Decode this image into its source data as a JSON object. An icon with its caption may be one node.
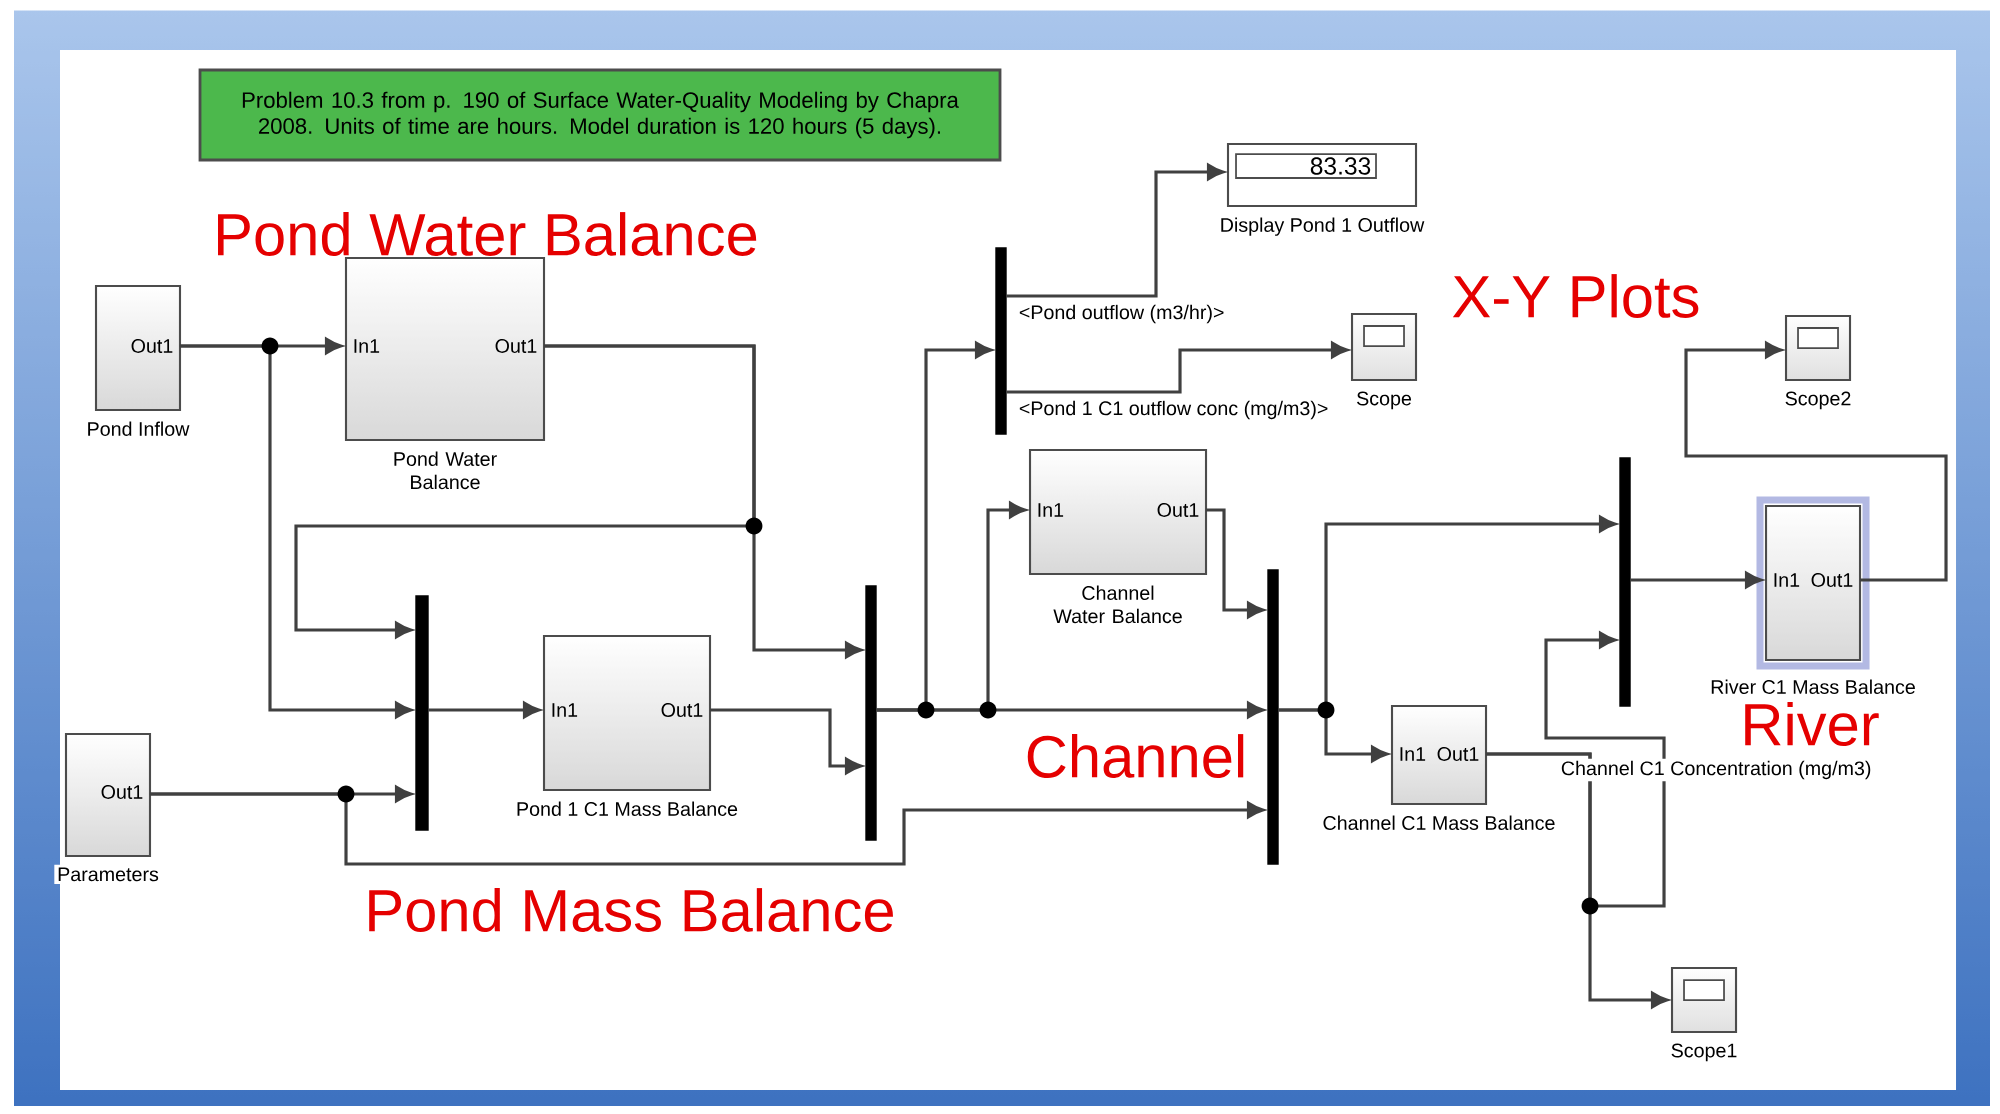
{
  "diagram": {
    "nodes": [
      {
        "text": [
          "Problem 10.3 from p. 190 of Surface Water-Quality Modeling by Chapra 2008. Units of time are hours. Model duration is 120 hours (5 days)."
        ]
      },
      {
        "text": [
          "Out1"
        ],
        "beside": [
          "Pond Inflow"
        ]
      },
      {
        "text": [
          "In1",
          "Out1"
        ],
        "beside": [
          "Pond Water Balance"
        ]
      },
      {
        "text": [
          "Out1"
        ],
        "beside": [
          "Parameters"
        ]
      },
      {
        "text": [],
        "shape": "bar"
      },
      {
        "text": [
          "In1",
          "Out1"
        ],
        "beside": [
          "Pond 1 C1 Mass Balance"
        ]
      },
      {
        "text": [],
        "shape": "bar"
      },
      {
        "text": [],
        "shape": "bar"
      },
      {
        "text": [
          "83.33"
        ],
        "beside": [
          "Display Pond 1 Outflow"
        ]
      },
      {
        "text": [],
        "shape": "box",
        "beside": [
          "Scope"
        ]
      },
      {
        "text": [
          "In1",
          "Out1"
        ],
        "beside": [
          "Channel Water Balance"
        ]
      },
      {
        "text": [],
        "shape": "bar"
      },
      {
        "text": [
          "In1",
          "Out1"
        ],
        "beside": [
          "Channel C1 Mass Balance"
        ]
      },
      {
        "text": [],
        "shape": "bar"
      },
      {
        "text": [],
        "shape": "box",
        "beside": [
          "Scope2"
        ]
      },
      {
        "text": [
          "In1",
          "Out1"
        ],
        "beside": [
          "River C1 Mass Balance"
        ]
      },
      {
        "text": [],
        "shape": "box",
        "beside": [
          "Scope1"
        ]
      }
    ],
    "edges": [
      {
        "from": 1,
        "to": 2,
        "arrow": "to"
      },
      {
        "from": 1,
        "to": 4,
        "arrow": "to"
      },
      {
        "from": 2,
        "to": 6,
        "arrow": "to"
      },
      {
        "from": 2,
        "to": 4,
        "arrow": "to"
      },
      {
        "from": 3,
        "to": 4,
        "arrow": "to"
      },
      {
        "from": 3,
        "to": 11,
        "arrow": "to"
      },
      {
        "from": 4,
        "to": 5,
        "arrow": "to"
      },
      {
        "from": 5,
        "to": 6,
        "arrow": "to"
      },
      {
        "from": 6,
        "to": 11,
        "arrow": "to"
      },
      {
        "from": 6,
        "to": 7,
        "arrow": "to"
      },
      {
        "from": 6,
        "to": 10,
        "arrow": "to"
      },
      {
        "from": 10,
        "to": 11,
        "arrow": "to"
      },
      {
        "from": 7,
        "to": 8,
        "arrow": "to",
        "label": "<Pond outflow (m3/hr)>"
      },
      {
        "from": 7,
        "to": 9,
        "arrow": "to",
        "label": "<Pond 1 C1 outflow conc (mg/m3)>"
      },
      {
        "from": 11,
        "to": 13,
        "arrow": "to"
      },
      {
        "from": 11,
        "to": 12,
        "arrow": "to"
      },
      {
        "from": 12,
        "to": 13,
        "arrow": "to",
        "label": "Channel C1 Concentration (mg/m3)"
      },
      {
        "from": 12,
        "to": 16,
        "arrow": "to"
      },
      {
        "from": 13,
        "to": 15,
        "arrow": "to"
      },
      {
        "from": 15,
        "to": 14,
        "arrow": "to"
      }
    ],
    "labels": [
      "Pond Water Balance",
      "X-Y Plots",
      "River",
      "Channel",
      "Pond Mass Balance"
    ]
  }
}
